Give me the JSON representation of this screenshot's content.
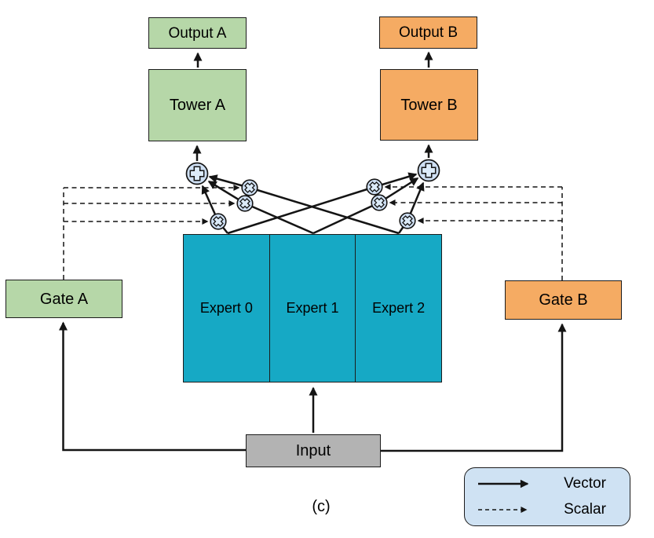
{
  "caption": "(c)",
  "colors": {
    "task_a_green": "#b6d7a8",
    "task_b_orange": "#f5ab63",
    "expert_teal": "#16a9c5",
    "input_gray": "#b3b3b3",
    "legend_blue": "#cfe2f3",
    "node_fill": "#cfe0f4",
    "glyph_fill": "#dcebf9",
    "line": "#141414"
  },
  "nodes": {
    "output_a": {
      "label": "Output A"
    },
    "output_b": {
      "label": "Output B"
    },
    "tower_a": {
      "label": "Tower A"
    },
    "tower_b": {
      "label": "Tower B"
    },
    "experts": [
      {
        "label": "Expert 0"
      },
      {
        "label": "Expert 1"
      },
      {
        "label": "Expert 2"
      }
    ],
    "gate_a": {
      "label": "Gate A"
    },
    "gate_b": {
      "label": "Gate B"
    },
    "input": {
      "label": "Input"
    }
  },
  "legend": {
    "vector": "Vector",
    "scalar": "Scalar"
  }
}
